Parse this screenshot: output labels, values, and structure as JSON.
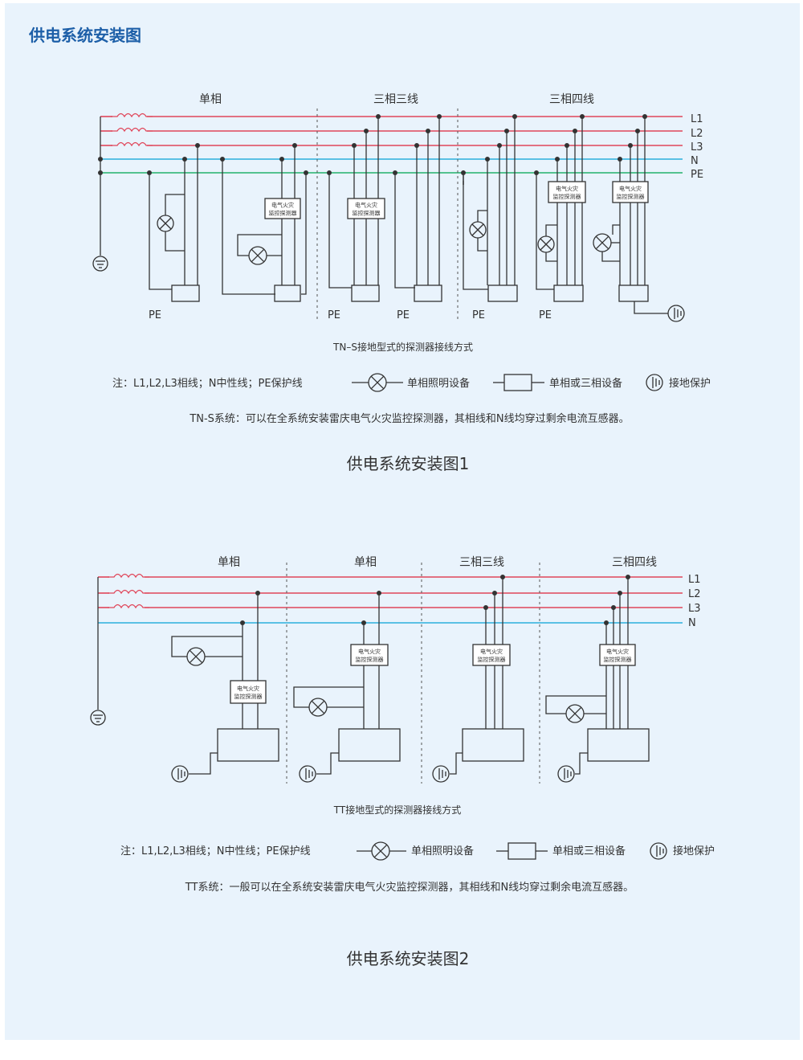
{
  "title": "供电系统安装图",
  "colors": {
    "background": "#e9f3fc",
    "phase_line": "#e0465a",
    "neutral_line": "#2ab0dc",
    "pe_line": "#22b26c",
    "wire": "#333333",
    "title": "#1d5fa8"
  },
  "fig1": {
    "sections": [
      "单相",
      "三相三线",
      "三相四线"
    ],
    "bus_labels": [
      "L1",
      "L2",
      "L3",
      "N",
      "PE"
    ],
    "pe_labels": [
      "PE",
      "PE",
      "PE",
      "PE",
      "PE"
    ],
    "detector_line1": "电气火灾",
    "detector_line2": "监控探测器",
    "caption": "TN–S接地型式的探测器接线方式",
    "legend": {
      "note": "注：L1,L2,L3相线；N中性线；PE保护线",
      "lamp": "单相照明设备",
      "device": "单相或三相设备",
      "ground": "接地保护"
    },
    "desc": "TN-S系统：可以在全系统安装雷庆电气火灾监控探测器，其相线和N线均穿过剩余电流互感器。",
    "figure_title": "供电系统安装图1"
  },
  "fig2": {
    "sections": [
      "单相",
      "单相",
      "三相三线",
      "三相四线"
    ],
    "bus_labels": [
      "L1",
      "L2",
      "L3",
      "N"
    ],
    "detector_line1": "电气火灾",
    "detector_line2": "监控探测器",
    "caption": "TT接地型式的探测器接线方式",
    "legend": {
      "note": "注：L1,L2,L3相线；N中性线；PE保护线",
      "lamp": "单相照明设备",
      "device": "单相或三相设备",
      "ground": "接地保护"
    },
    "desc": "TT系统：一般可以在全系统安装雷庆电气火灾监控探测器，其相线和N线均穿过剩余电流互感器。",
    "figure_title": "供电系统安装图2"
  }
}
